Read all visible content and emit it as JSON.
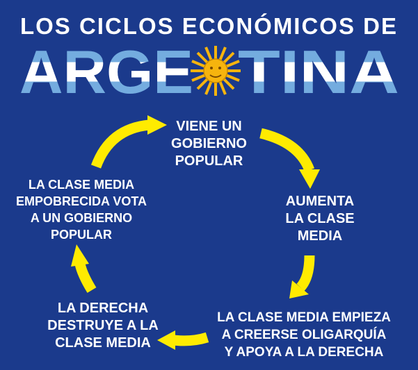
{
  "header": {
    "title": "LOS CICLOS ECONÓMICOS DE",
    "brand_before": "ARGE",
    "brand_after": "TINA"
  },
  "colors": {
    "background": "#1b3a8c",
    "text": "#ffffff",
    "arrow": "#ffeb00",
    "flag_sky": "#74acdf",
    "sun": "#f6b40e"
  },
  "cycle": {
    "nodes": [
      {
        "text": "VIENE UN\nGOBIERNO\nPOPULAR"
      },
      {
        "text": "AUMENTA\nLA CLASE\nMEDIA"
      },
      {
        "text": "LA CLASE MEDIA EMPIEZA\nA CREERSE OLIGARQUÍA\nY APOYA A LA DERECHA"
      },
      {
        "text": "LA DERECHA\nDESTRUYE A LA\nCLASE MEDIA"
      },
      {
        "text": "LA CLASE MEDIA\nEMPOBRECIDA VOTA\nA UN GOBIERNO\nPOPULAR"
      }
    ]
  }
}
